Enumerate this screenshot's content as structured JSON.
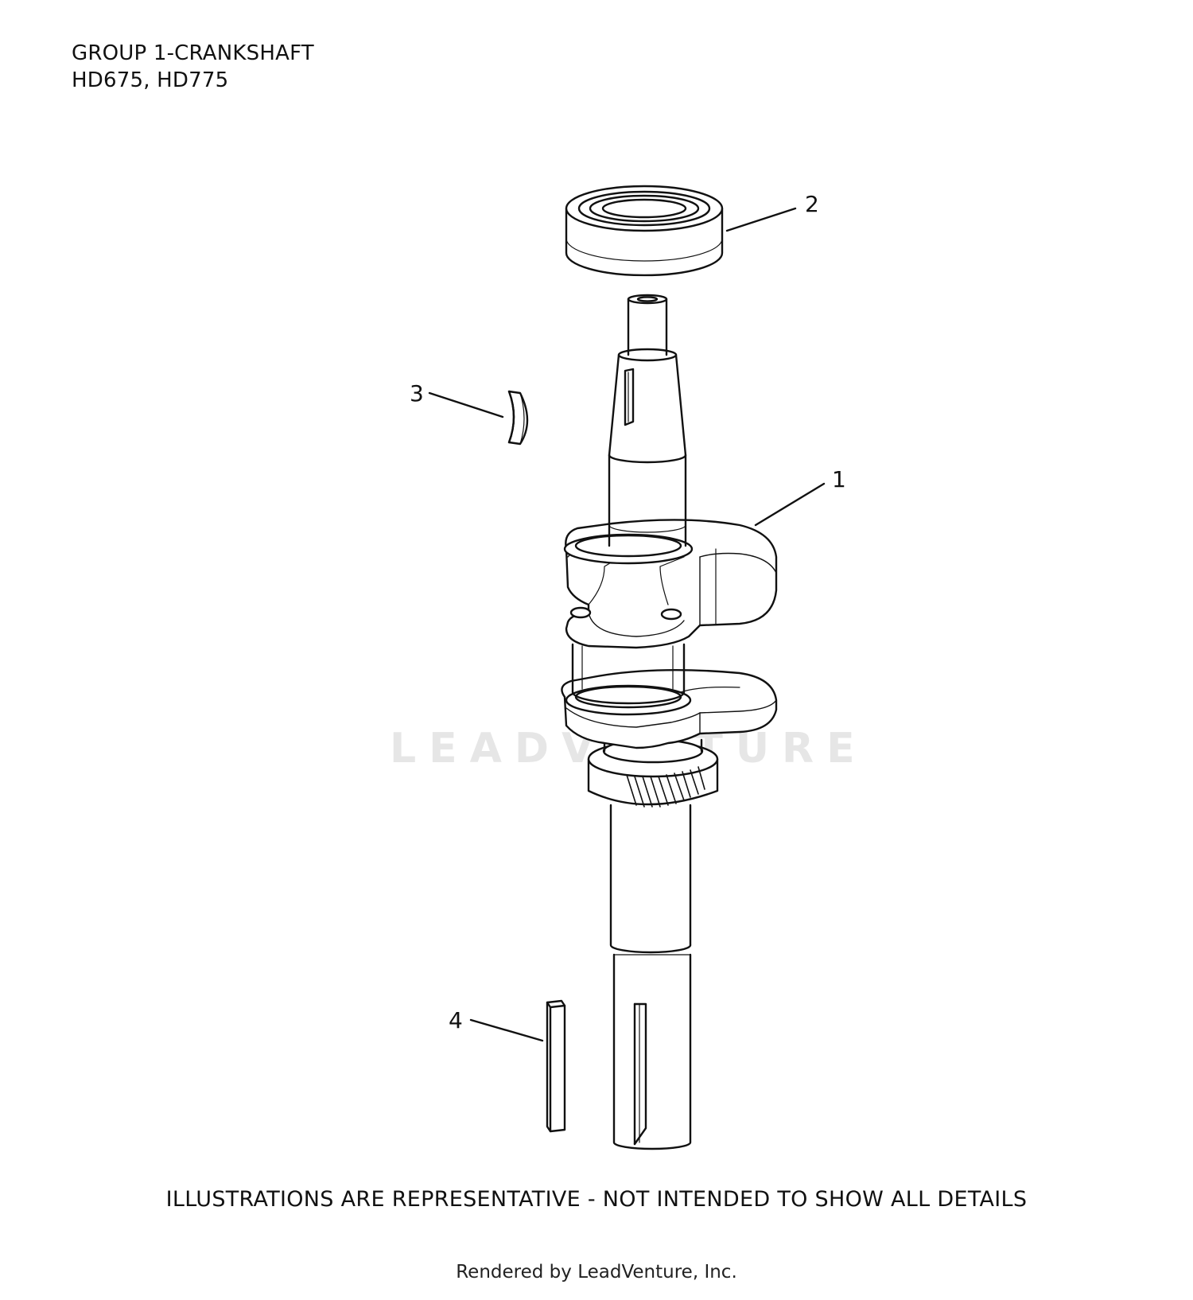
{
  "header": {
    "title": "GROUP 1-CRANKSHAFT",
    "models": "HD675, HD775"
  },
  "callouts": [
    {
      "id": "1",
      "part": "crankshaft"
    },
    {
      "id": "2",
      "part": "bearing"
    },
    {
      "id": "3",
      "part": "woodruff-key"
    },
    {
      "id": "4",
      "part": "square-key"
    }
  ],
  "watermark": "LEADVENTURE",
  "footer": {
    "disclaimer": "ILLUSTRATIONS ARE REPRESENTATIVE - NOT INTENDED TO SHOW ALL DETAILS",
    "rendered_by": "Rendered by LeadVenture, Inc."
  }
}
